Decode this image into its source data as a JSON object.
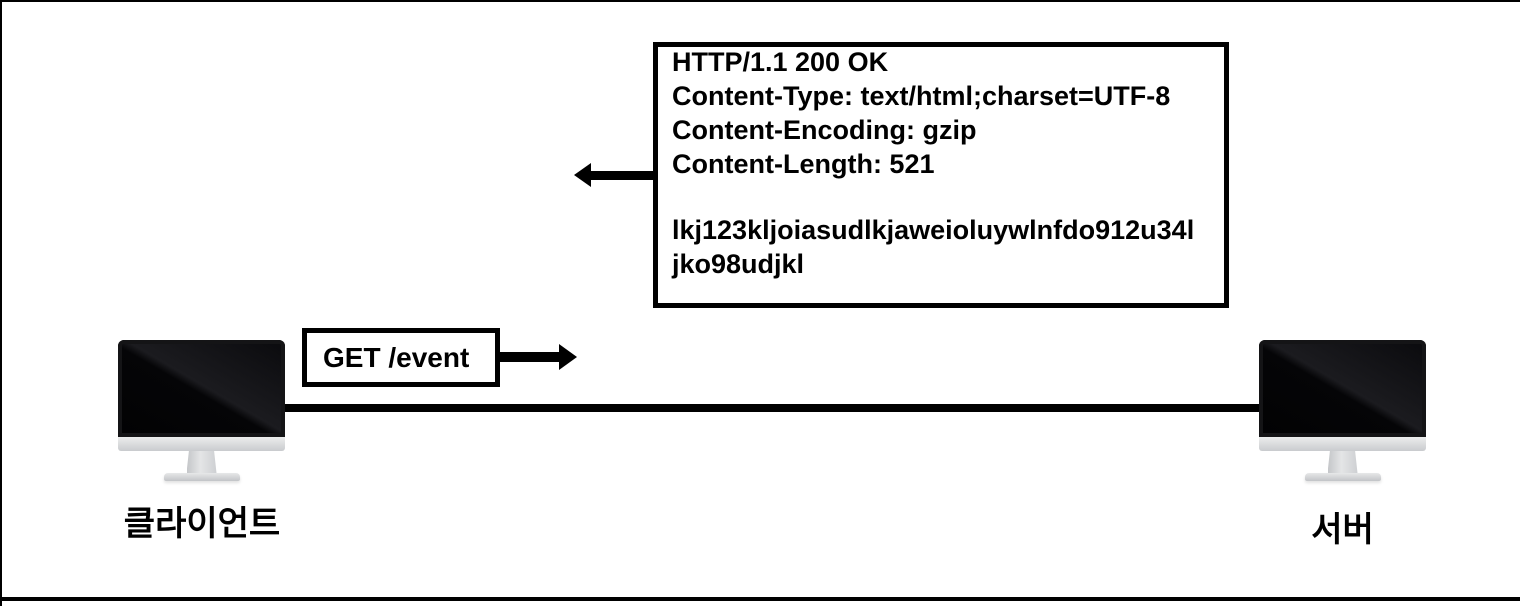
{
  "page": {
    "background": "#ffffff",
    "frame_border_color": "#000000"
  },
  "response_box": {
    "status_line": "HTTP/1.1 200 OK",
    "headers": [
      "Content-Type: text/html;charset=UTF-8",
      "Content-Encoding: gzip",
      "Content-Length: 521"
    ],
    "body": "lkj123kljoiasudlkjaweioluywlnfdo912u34ljko98udjkl"
  },
  "request_box": {
    "label": "GET /event"
  },
  "nodes": {
    "client": {
      "label": "클라이언트"
    },
    "server": {
      "label": "서버"
    }
  },
  "colors": {
    "arrow": "#000000",
    "connection_line": "#000000",
    "monitor_screen": "#0a0a0d",
    "monitor_chin": "#d6d8da",
    "monitor_stand": "#cfd1d4"
  }
}
